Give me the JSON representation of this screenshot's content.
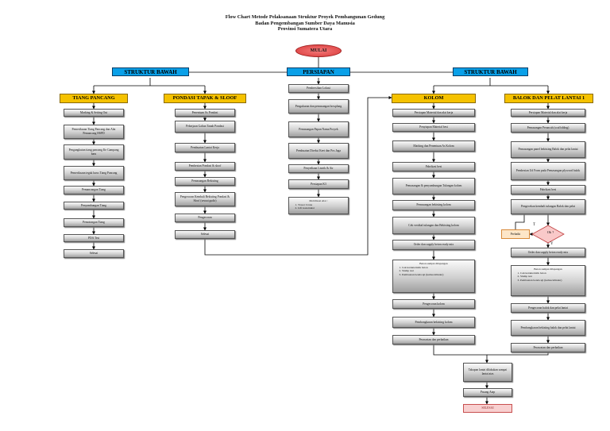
{
  "title": {
    "line1": "Flow Chart Metode Pelaksanaan Struktur Proyek Pembangunan Gedung",
    "line2": "Badan Pengembangan Sumber Daya Manusia",
    "line3": "Provinsi Sumatera Utara"
  },
  "start_label": "MULAI",
  "headers": {
    "left": "STRUKTUR BAWAH",
    "center": "PERSIAPAN",
    "right": "STRUKTUR BAWAH"
  },
  "columns": {
    "tiang": {
      "header": "TIANG PANCANG",
      "steps": [
        "Marking & Setting Out",
        "Pemeriksaan Tiang Pancang dan Alat Pemancang HSPD",
        "Pengangkutan tiang pancang Ke Gampang baru",
        "Pemeriksaan tegak lurus Tiang Pancang",
        "Pemancangan Tiang",
        "Penyambungan Tiang",
        "Pemotongan Tiang",
        "PDA Test",
        "Selesai"
      ]
    },
    "pondasi": {
      "header": "PONDASI TAPAK & SLOOF",
      "steps": [
        "Penentuan As Pondasi",
        "Pekerjaan Galian Tanah Pondasi",
        "Pembuatan Lantai Kerja",
        "Pembesian Pondasi & sloof",
        "Pemasangan Bekisting",
        "Pengecoran Kembali Bekisting Pondasi & Sloof (sesuai gudir)",
        "Pengecoran",
        "Selesai"
      ]
    },
    "persiapan": {
      "steps": [
        "Pembersihan Lokasi",
        "Pengukuran dan pemasangan bowplang",
        "Pemasangan Papan Nama Proyek",
        "Pembuatan Direksi Keet dan Pos Jaga",
        "Penyediaan Listrik & Air",
        "Persiapan K3"
      ],
      "note": {
        "title": "Mobilisasi Alat :",
        "items": [
          "Tower Crane",
          "Lift konstruksi"
        ]
      }
    },
    "kolom": {
      "header": "KOLOM",
      "steps_a": [
        "Persiapan Material dan alat kerja",
        "Penyiapan Material besi",
        "Marking dan Penentuan As Kolom",
        "Pabrikasi besi",
        "Pemasangan & penyambungan Tulangan kolom",
        "Pemasangan bekisting kolom",
        "Cek vertikal tulangan dan Bekisting kolom",
        "Order dan supply beton ready mix"
      ],
      "note": {
        "title": "Beton sampai dilapangan",
        "items": [
          "Cek karakteristik beton",
          "Slump test",
          "Pembuatan benda uji (kubus/silinder)"
        ]
      },
      "steps_b": [
        "Pengecoran kolom",
        "Pembongkaran bekisting kolom",
        "Perawatan dan perbaikan"
      ]
    },
    "balok": {
      "header": "BALOK DAN PELAT LANTAI 1",
      "steps_a": [
        "Persiapan Material dan alat kerja",
        "Pemasangan Perancah (scaffolding)",
        "Pemasangan panel bekisting Balok dan pelat lantai",
        "Pembesian Ud Form pada Pemasangan plywood balok",
        "Pabrikasi besi",
        "Pengecekan kembali tulangan Balok dan pelat"
      ],
      "decision": "Ok ?",
      "decision_t": "T",
      "decision_y": "Y",
      "perbaiki": "Perbaiki",
      "steps_b": [
        "Order dan supply beton ready mix"
      ],
      "note": {
        "title": "Beton sampai dilapangan",
        "items": [
          "Cek karakteristik beton",
          "Slump test",
          "Pembuatan benda uji (kubus/silinder)"
        ]
      },
      "steps_c": [
        "Pengecoran balok dan pelat lantai",
        "Pembongkaran bekisting balok dan pelat lantai",
        "Perawatan dan perbaikan"
      ]
    }
  },
  "final": {
    "steps": [
      "Tahapan lantai dilakukan sampai lantai atas",
      "Pasang Atap"
    ],
    "end": "SELESAI"
  }
}
